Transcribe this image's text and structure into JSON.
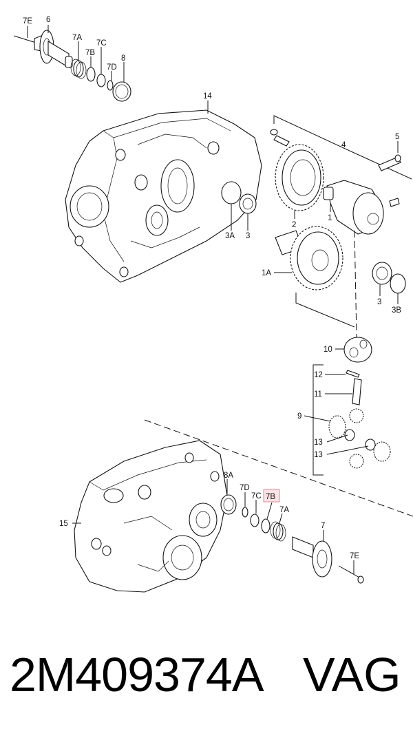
{
  "callouts": {
    "c_7E_top": "7E",
    "c_6": "6",
    "c_7A_top": "7A",
    "c_7B_top": "7B",
    "c_7C_top": "7C",
    "c_7D_top": "7D",
    "c_8": "8",
    "c_14": "14",
    "c_4": "4",
    "c_5": "5",
    "c_2": "2",
    "c_1": "1",
    "c_3A": "3A",
    "c_3_upper": "3",
    "c_1A": "1A",
    "c_3_lower": "3",
    "c_3B": "3B",
    "c_10": "10",
    "c_12": "12",
    "c_11": "11",
    "c_9": "9",
    "c_13_a": "13",
    "c_13_b": "13",
    "c_8A": "8A",
    "c_7D_bottom": "7D",
    "c_7C_bottom": "7C",
    "c_7B_bottom": "7B",
    "c_7A_bottom": "7A",
    "c_15": "15",
    "c_7": "7",
    "c_7E_bottom": "7E"
  },
  "highlight_color": "#e58a97",
  "footer": {
    "part_number": "2M409374A",
    "brand": "VAG"
  }
}
